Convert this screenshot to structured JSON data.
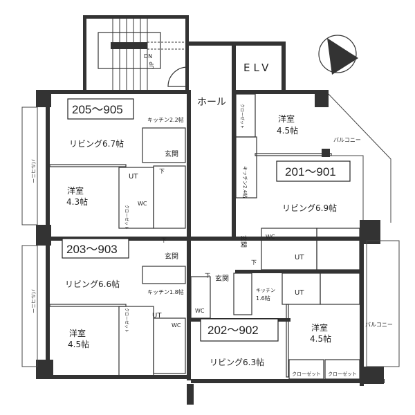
{
  "plan": {
    "hall": "ホール",
    "elevator": "ELV",
    "stairs": {
      "down": "DN",
      "up": "UP"
    },
    "compass": "north-arrow"
  },
  "units": {
    "u205": {
      "number": "205〜905",
      "living": "リビング6.7帖",
      "kitchen": "キッチン2.2帖",
      "entrance": "玄関",
      "shoe": "下",
      "utility": "UT",
      "bedroom": "洋室",
      "bedroom_size": "4.3帖",
      "wc": "WC",
      "closet": "クローゼット",
      "balcony": "バルコニー"
    },
    "u203": {
      "number": "203〜903",
      "living": "リビング6.6帖",
      "kitchen": "キッチン1.8帖",
      "entrance": "玄関",
      "shoe": "下",
      "utility": "UT",
      "bedroom": "洋室",
      "bedroom_size": "4.5帖",
      "wc": "WC",
      "closet": "クローゼット",
      "balcony": "バルコニー"
    },
    "u201": {
      "number": "201〜901",
      "living": "リビング6.9帖",
      "kitchen": "キッチン2.4帖",
      "entrance": "玄関",
      "shoe": "下",
      "utility": "UT",
      "bedroom": "洋室",
      "bedroom_size": "4.5帖",
      "wc": "WC",
      "closet": "クローゼット",
      "balcony": "バルコニー"
    },
    "u202": {
      "number": "202〜902",
      "living": "リビング6.3帖",
      "kitchen": "キッチン",
      "kitchen_size": "1.6帖",
      "entrance": "玄関",
      "shoe": "下",
      "utility": "UT",
      "bedroom": "洋室",
      "bedroom_size": "4.5帖",
      "wc": "WC",
      "closet1": "クローゼット",
      "closet2": "クローゼット",
      "balcony": "バルコニー"
    }
  }
}
